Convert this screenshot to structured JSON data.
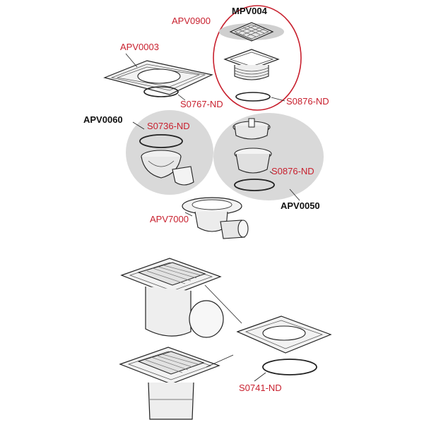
{
  "labels": {
    "mpv004": "MPV004",
    "apv0900": "APV0900",
    "apv0003": "APV0003",
    "s0876_top": "S0876-ND",
    "s0767": "S0767-ND",
    "apv0060": "APV0060",
    "s0736": "S0736-ND",
    "s0876_mid": "S0876-ND",
    "apv0050": "APV0050",
    "apv7000": "APV7000",
    "s0741": "S0741-ND"
  },
  "colors": {
    "part_label": "#c8202e",
    "set_label": "#111111",
    "group_fill": "#d9d9d9",
    "ring": "#c8202e",
    "outline": "#1a1a1a"
  }
}
